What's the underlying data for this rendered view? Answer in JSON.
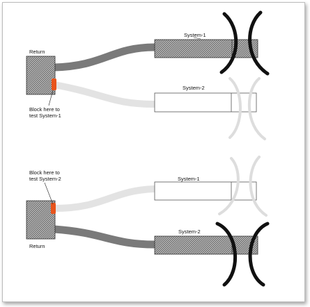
{
  "top_panel": {
    "return_label": "Return",
    "block_note_line1": "Block here to",
    "block_note_line2": "test System-1",
    "active_system_label": "System-1",
    "inactive_system_label": "System-2"
  },
  "bottom_panel": {
    "block_note_line1": "Block here to",
    "block_note_line2": "test System-2",
    "inactive_system_label": "System-1",
    "active_system_label": "System-2",
    "return_label": "Return"
  },
  "colors": {
    "active_cable": "#7a7a7a",
    "inactive_cable": "#e3e3e3",
    "block_marker": "#e8541c",
    "clamp": "#111111",
    "ghost_clamp": "#dddddd"
  }
}
